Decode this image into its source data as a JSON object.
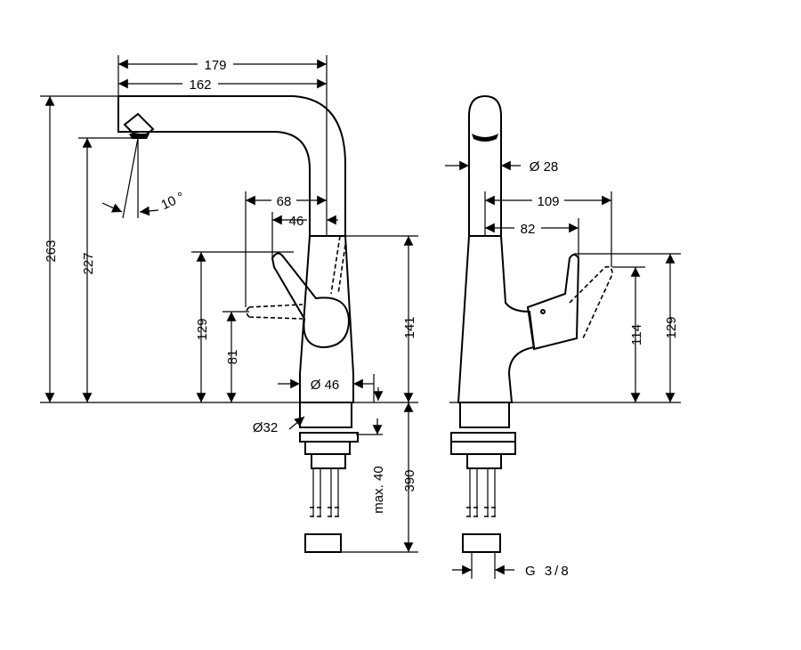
{
  "drawing": {
    "type": "technical dimension drawing",
    "views": [
      "side-view",
      "front-view"
    ],
    "line_color": "#000000",
    "background": "#ffffff"
  },
  "labels": {
    "d179": "179",
    "d162": "162",
    "d263": "263",
    "d227": "227",
    "d10deg": "10 °",
    "d68": "68",
    "d46": "46",
    "d129": "129",
    "d81": "81",
    "d141": "141",
    "dia46": "Ø 46",
    "dia32": "Ø32",
    "max40": "max. 40",
    "d390": "390",
    "dia28": "Ø 28",
    "d109": "109",
    "d82": "82",
    "d114": "114",
    "d129b": "129",
    "g38": "G 3/8"
  }
}
